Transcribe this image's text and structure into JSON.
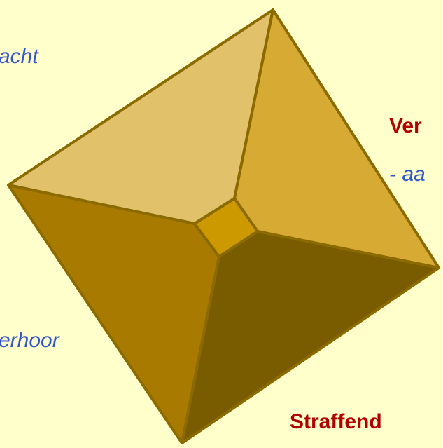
{
  "labels": {
    "top_left": "acht",
    "right_heading": "Ver",
    "right_sub": "- aa",
    "bottom_left": "erhoor",
    "bottom_right": "Straffend"
  },
  "colors": {
    "background": "#FFFFCC",
    "italic_text": "#3355CC",
    "bold_text": "#B00000",
    "face_top": "#E1C16A",
    "face_right": "#D6AA33",
    "face_left": "#A97A00",
    "face_bottom": "#7A5C00",
    "center": "#CC9900",
    "edge": "#8B6A00"
  }
}
